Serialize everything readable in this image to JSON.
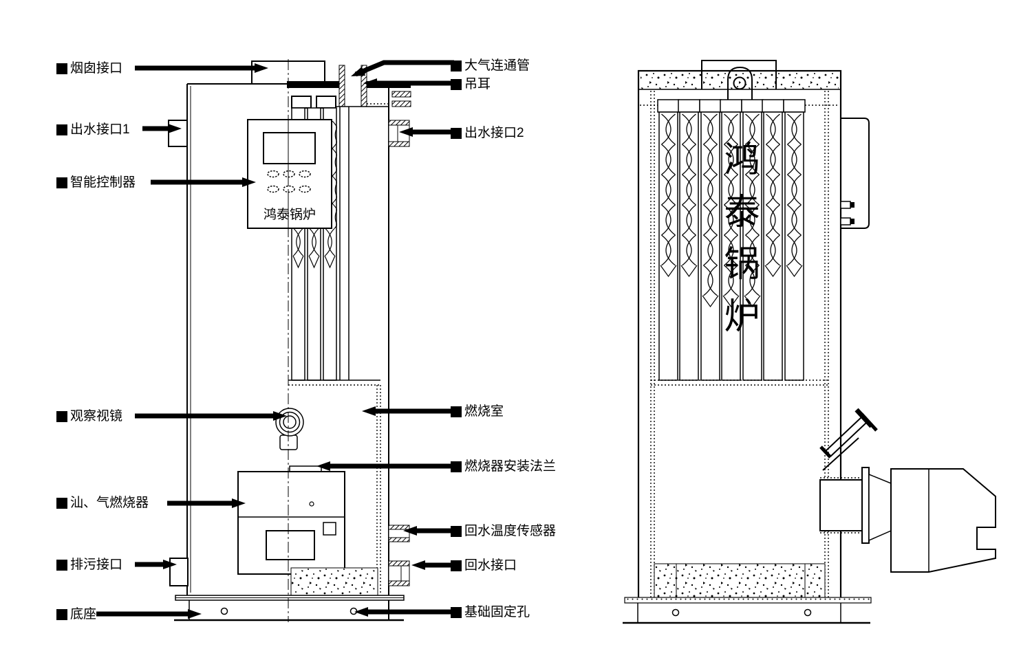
{
  "diagram": {
    "colors": {
      "ink": "#000000",
      "paper": "#ffffff"
    },
    "views": {
      "left_section": {
        "brand_panel": "鸿泰锅炉"
      },
      "right_exterior": {
        "brand_vertical": "鸿泰锅炉"
      }
    },
    "labels": [
      {
        "text": "烟囱接口"
      },
      {
        "text": "出水接口1"
      },
      {
        "text": "智能控制器"
      },
      {
        "text": "观察视镜"
      },
      {
        "text": "汕、气燃烧器"
      },
      {
        "text": "排污接口"
      },
      {
        "text": "底座"
      },
      {
        "text": "大气连通管"
      },
      {
        "text": "吊耳"
      },
      {
        "text": "出水接口2"
      },
      {
        "text": "燃烧室"
      },
      {
        "text": "燃烧器安装法兰"
      },
      {
        "text": "回水温度传感器"
      },
      {
        "text": "回水接口"
      },
      {
        "text": "基础固定孔"
      }
    ]
  }
}
